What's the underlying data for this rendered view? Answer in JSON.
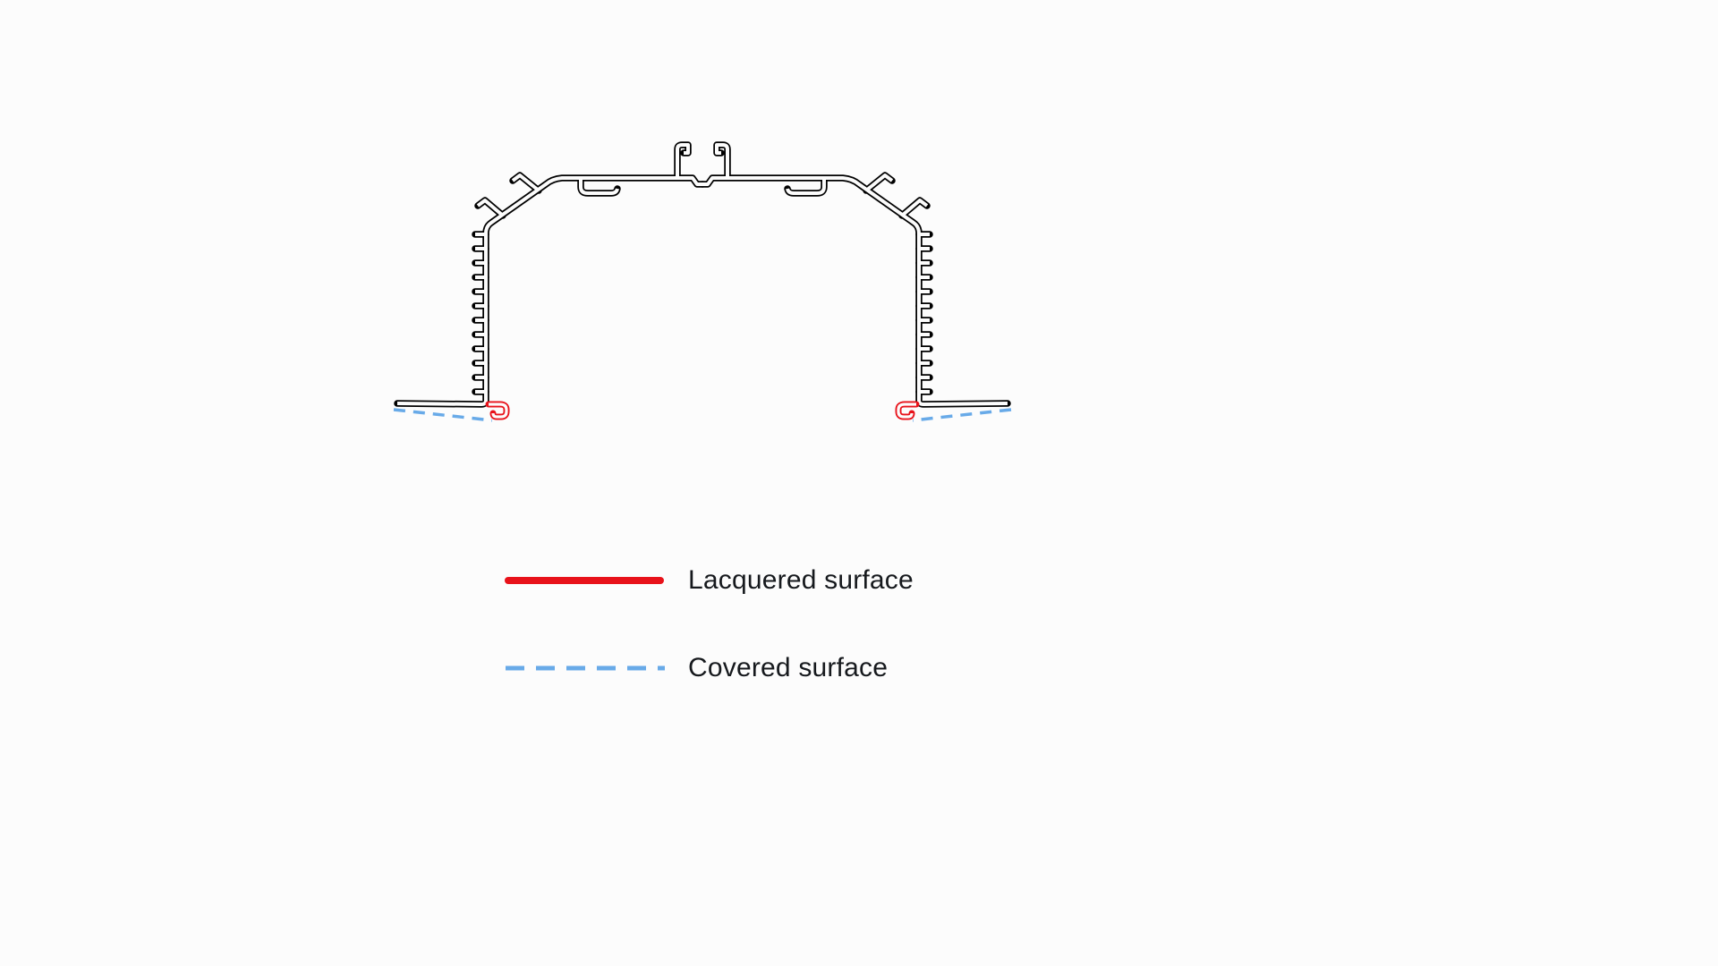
{
  "colors": {
    "background": "#fcfcfc",
    "outline": "#000000",
    "lacquered": "#e8121a",
    "covered": "#68aae8"
  },
  "legend": {
    "items": [
      {
        "id": "lacquered",
        "label": "Lacquered surface",
        "style": "solid"
      },
      {
        "id": "covered",
        "label": "Covered surface",
        "style": "dashed"
      }
    ]
  }
}
